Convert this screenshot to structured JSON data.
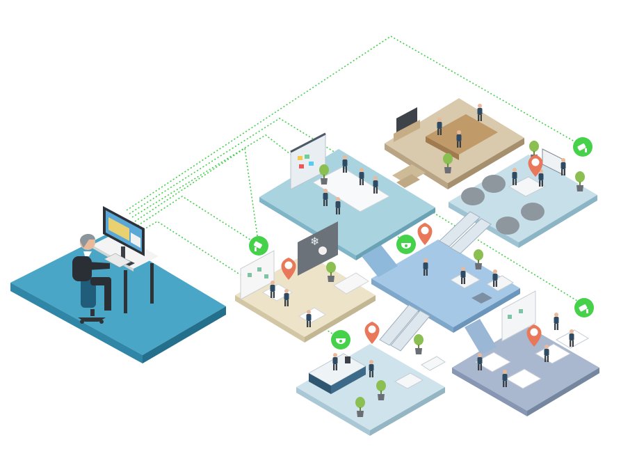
{
  "scene": {
    "background": "#ffffff",
    "colors": {
      "security_desk_platform": "#4aa6c6",
      "security_desk_platform_side": "#2f86a6",
      "conference_room_platform": "#a8d3df",
      "boardroom_platform": "#d9c9ad",
      "lounge_platform": "#c6dfe9",
      "lobby_hub_platform": "#a5c8e6",
      "kitchen_platform": "#ece3c8",
      "reception_platform": "#cfe3ec",
      "workspace_platform": "#aab8cf",
      "connection_line": "#3fcf46",
      "camera_badge": "#45d24a",
      "location_pin": "#e9785b"
    },
    "icons": {
      "monitor": "cctv-monitor-icon",
      "operator": "security-operator-icon",
      "camera": "cctv-camera-icon",
      "dome_camera": "dome-camera-icon",
      "pin": "location-pin-icon",
      "plant": "potted-plant-icon"
    },
    "rooms": [
      {
        "key": "security_desk",
        "name": "security-desk-room"
      },
      {
        "key": "conference_room",
        "name": "conference-room"
      },
      {
        "key": "boardroom",
        "name": "boardroom"
      },
      {
        "key": "lounge",
        "name": "lounge-room"
      },
      {
        "key": "lobby_hub",
        "name": "lobby-hub-room"
      },
      {
        "key": "kitchen",
        "name": "kitchen-room"
      },
      {
        "key": "reception",
        "name": "reception-room"
      },
      {
        "key": "workspace",
        "name": "open-workspace-room"
      }
    ],
    "cameras": [
      {
        "name": "camera-kitchen",
        "type": "bullet"
      },
      {
        "name": "camera-lobby",
        "type": "dome"
      },
      {
        "name": "camera-reception",
        "type": "dome"
      },
      {
        "name": "camera-lounge",
        "type": "bullet"
      },
      {
        "name": "camera-workspace",
        "type": "bullet"
      }
    ],
    "pins": [
      {
        "name": "pin-lounge"
      },
      {
        "name": "pin-lobby"
      },
      {
        "name": "pin-kitchen"
      },
      {
        "name": "pin-reception"
      },
      {
        "name": "pin-workspace"
      }
    ]
  }
}
